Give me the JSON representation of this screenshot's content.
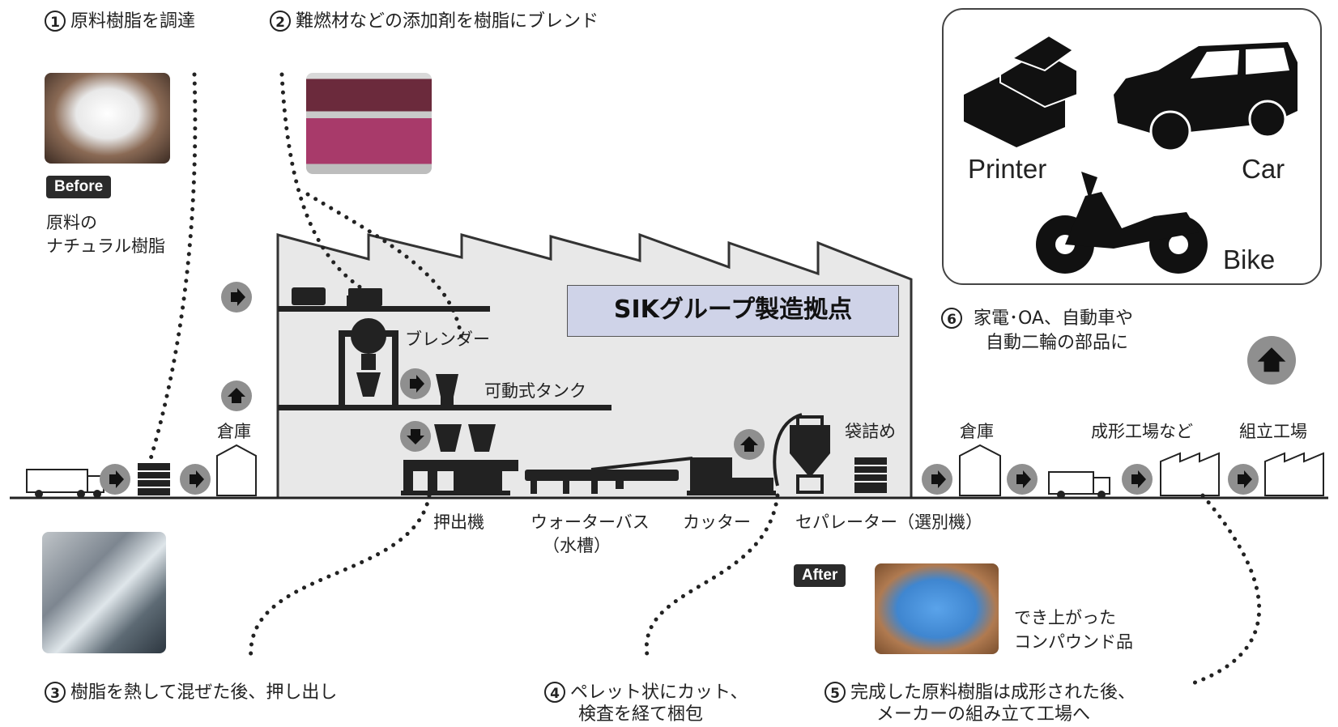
{
  "steps": [
    {
      "num": "1",
      "text": "原料樹脂を調達"
    },
    {
      "num": "2",
      "text": "難燃材などの添加剤を樹脂にブレンド"
    },
    {
      "num": "3",
      "text": "樹脂を熱して混ぜた後、押し出し"
    },
    {
      "num": "4",
      "line1": "ペレット状にカット、",
      "line2": "検査を経て梱包"
    },
    {
      "num": "5",
      "line1": "完成した原料樹脂は成形された後、",
      "line2": "メーカーの組み立て工場へ"
    },
    {
      "num": "6",
      "line1": "家電･OA、自動車や",
      "line2": "自動二輪の部品に"
    }
  ],
  "before": {
    "badge": "Before",
    "line1": "原料の",
    "line2": "ナチュラル樹脂"
  },
  "after": {
    "badge": "After",
    "line1": "でき上がった",
    "line2": "コンパウンド品"
  },
  "factory_title": "SIKグループ製造拠点",
  "labels": {
    "warehouse_left": "倉庫",
    "blender": "ブレンダー",
    "movable_tank": "可動式タンク",
    "bagging": "袋詰め",
    "warehouse_right": "倉庫",
    "molding_plant": "成形工場など",
    "assembly_plant": "組立工場",
    "extruder": "押出機",
    "water_bath_1": "ウォーターバス",
    "water_bath_2": "（水槽）",
    "cutter": "カッター",
    "separator": "セパレーター（選別機）"
  },
  "products": {
    "printer": "Printer",
    "car": "Car",
    "bike": "Bike"
  },
  "colors": {
    "factory_fill": "#e8e8e8",
    "title_box": "#cfd3e8",
    "arrow_circle": "#8f8f8f",
    "pellet_blue": "#4a8fd6",
    "badge": "#2b2b2b"
  }
}
